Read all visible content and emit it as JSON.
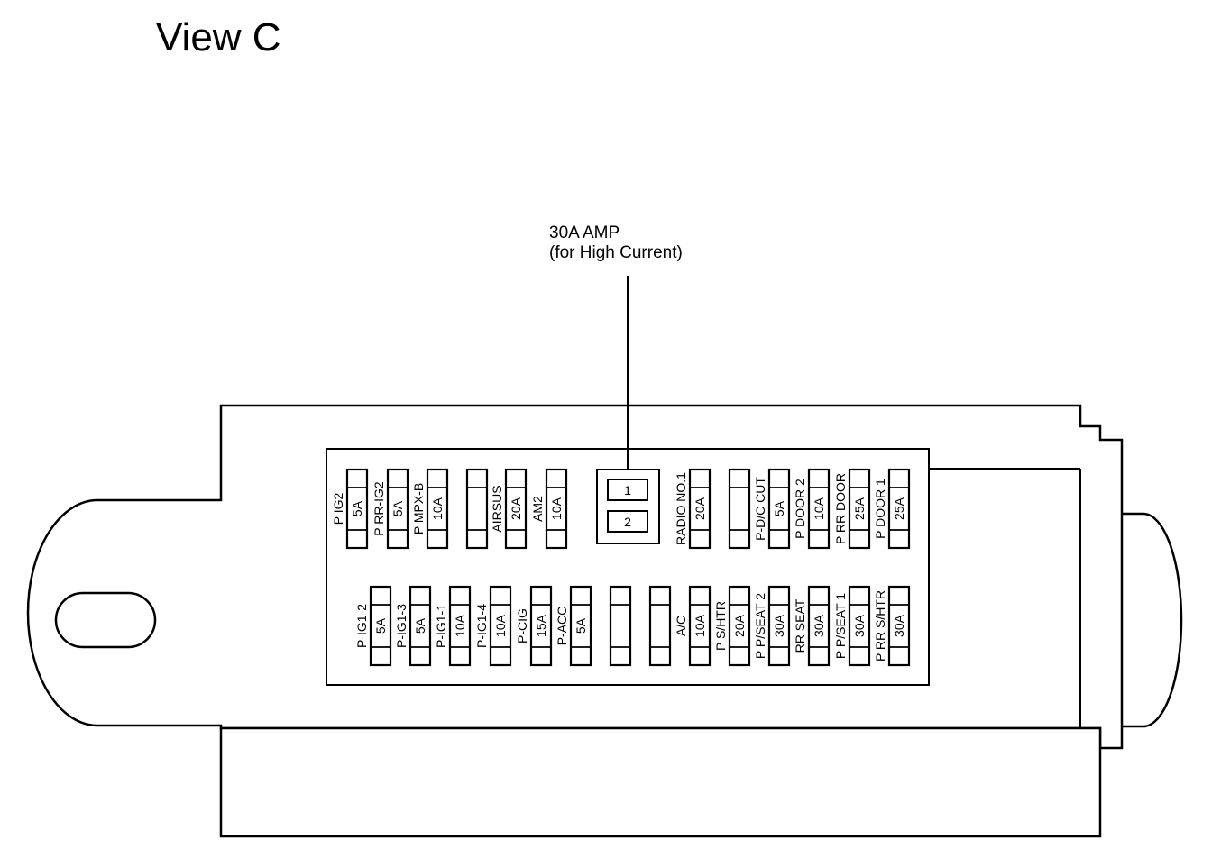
{
  "title": "View C",
  "callout": {
    "line1": "30A AMP",
    "line2": "(for High Current)"
  },
  "relay": {
    "slot1": "1",
    "slot2": "2"
  },
  "top_row": [
    {
      "name": "P IG2",
      "amp": "5A"
    },
    {
      "name": "P RR-IG2",
      "amp": "5A"
    },
    {
      "name": "P MPX-B",
      "amp": "10A"
    },
    {
      "name": "",
      "amp": ""
    },
    {
      "name": "AIRSUS",
      "amp": "20A"
    },
    {
      "name": "AM2",
      "amp": "10A"
    },
    {
      "name": "RADIO NO.1",
      "amp": "20A"
    },
    {
      "name": "",
      "amp": ""
    },
    {
      "name": "P-D/C CUT",
      "amp": "5A"
    },
    {
      "name": "P DOOR 2",
      "amp": "10A"
    },
    {
      "name": "P RR DOOR",
      "amp": "25A"
    },
    {
      "name": "P DOOR 1",
      "amp": "25A"
    }
  ],
  "bottom_row": [
    {
      "name": "P-IG1-2",
      "amp": "5A"
    },
    {
      "name": "P-IG1-3",
      "amp": "5A"
    },
    {
      "name": "P-IG1-1",
      "amp": "10A"
    },
    {
      "name": "P-IG1-4",
      "amp": "10A"
    },
    {
      "name": "P-CIG",
      "amp": "15A"
    },
    {
      "name": "P-ACC",
      "amp": "5A"
    },
    {
      "name": "",
      "amp": ""
    },
    {
      "name": "",
      "amp": ""
    },
    {
      "name": "A/C",
      "amp": "10A"
    },
    {
      "name": "P S/HTR",
      "amp": "20A"
    },
    {
      "name": "P P/SEAT 2",
      "amp": "30A"
    },
    {
      "name": "RR SEAT",
      "amp": "30A"
    },
    {
      "name": "P P/SEAT 1",
      "amp": "30A"
    },
    {
      "name": "P RR S/HTR",
      "amp": "30A"
    }
  ]
}
